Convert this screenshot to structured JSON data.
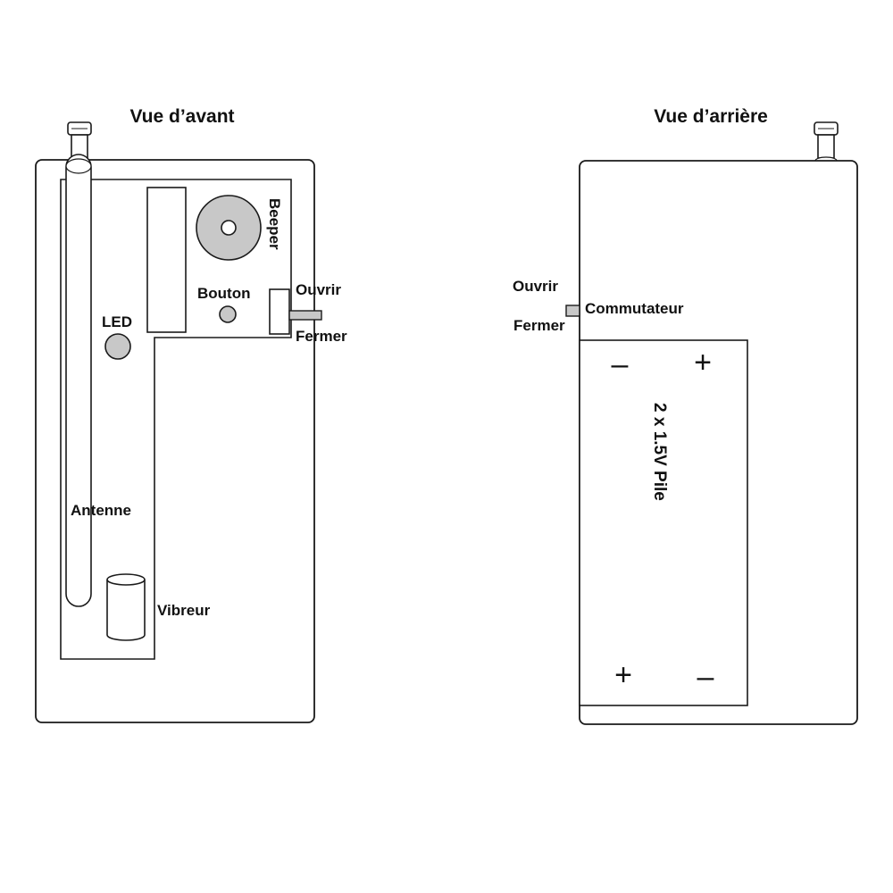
{
  "front": {
    "title": "Vue d’avant",
    "labels": {
      "beeper": "Beeper",
      "bouton": "Bouton",
      "ouvrir": "Ouvrir",
      "fermer": "Fermer",
      "led": "LED",
      "antenne": "Antenne",
      "vibreur": "Vibreur"
    }
  },
  "back": {
    "title": "Vue d’arrière",
    "labels": {
      "ouvrir": "Ouvrir",
      "fermer": "Fermer",
      "commutateur": "Commutateur",
      "battery": "2 x 1.5V Pile"
    },
    "signs": {
      "top_left": "–",
      "top_right": "+",
      "bottom_left": "+",
      "bottom_right": "–"
    }
  },
  "colors": {
    "stroke": "#1a1a1a",
    "component_gray": "#c8c8c8",
    "background": "#ffffff"
  }
}
